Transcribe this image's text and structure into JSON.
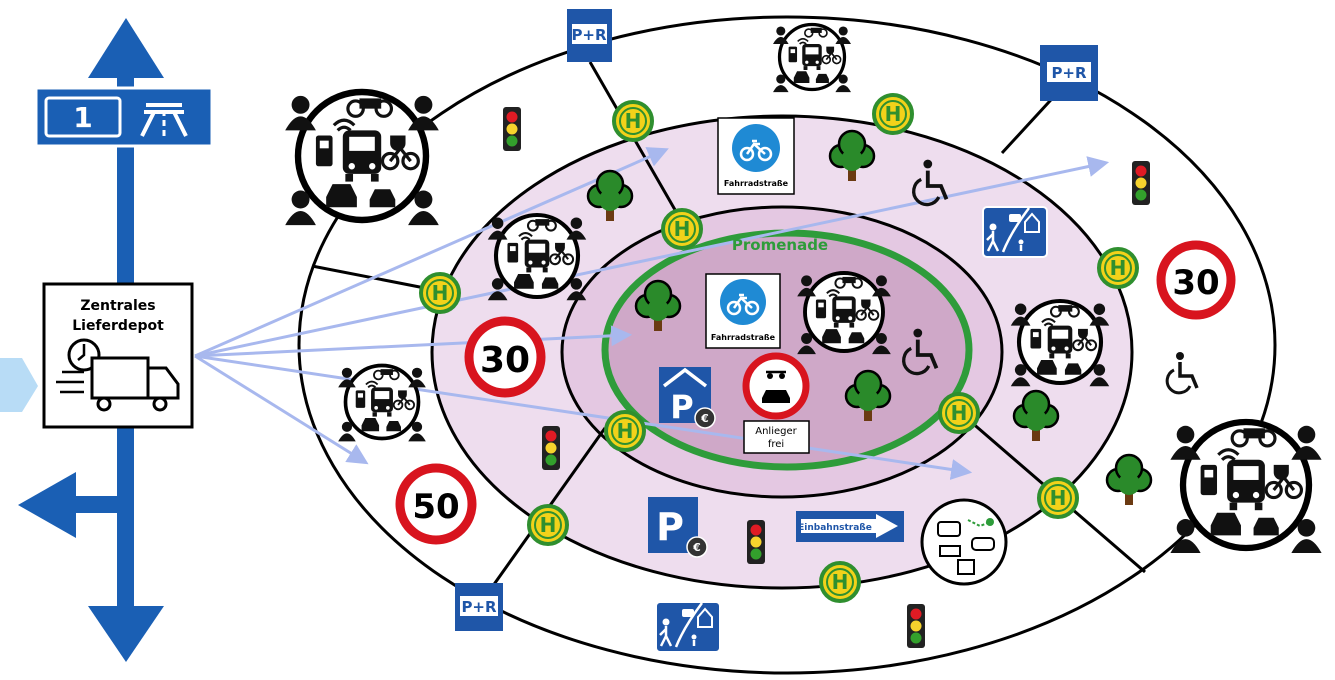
{
  "autobahn": {
    "number": "1"
  },
  "depot": {
    "line1": "Zentrales",
    "line2": "Lieferdepot"
  },
  "zone_label": "Promenade",
  "signs": {
    "park_ride": "P+R",
    "bike_street": "Fahrradstraße",
    "anlieger_line1": "Anlieger",
    "anlieger_line2": "frei",
    "one_way": "Einbahnstraße",
    "speed_30": "30",
    "speed_50": "50",
    "parking": "P",
    "bus_stop": "H",
    "euro": "€"
  },
  "colors": {
    "autobahn_blue": "#1a5fb4",
    "sign_blue": "#1f56a8",
    "zone_light": "#eeddee",
    "zone_dark": "#cfa8c8",
    "promenade_green": "#2e9c3a",
    "speed_red": "#d8141e",
    "bus_stop_yellow": "#f2d21a",
    "flow_arrow": "#a8b8ee"
  },
  "icons": [
    "mobility-hub-icon",
    "traffic-light-icon",
    "tree-icon",
    "wheelchair-icon",
    "pedestrian-zone-sign-icon",
    "parking-garage-icon",
    "bicycle-icon"
  ]
}
